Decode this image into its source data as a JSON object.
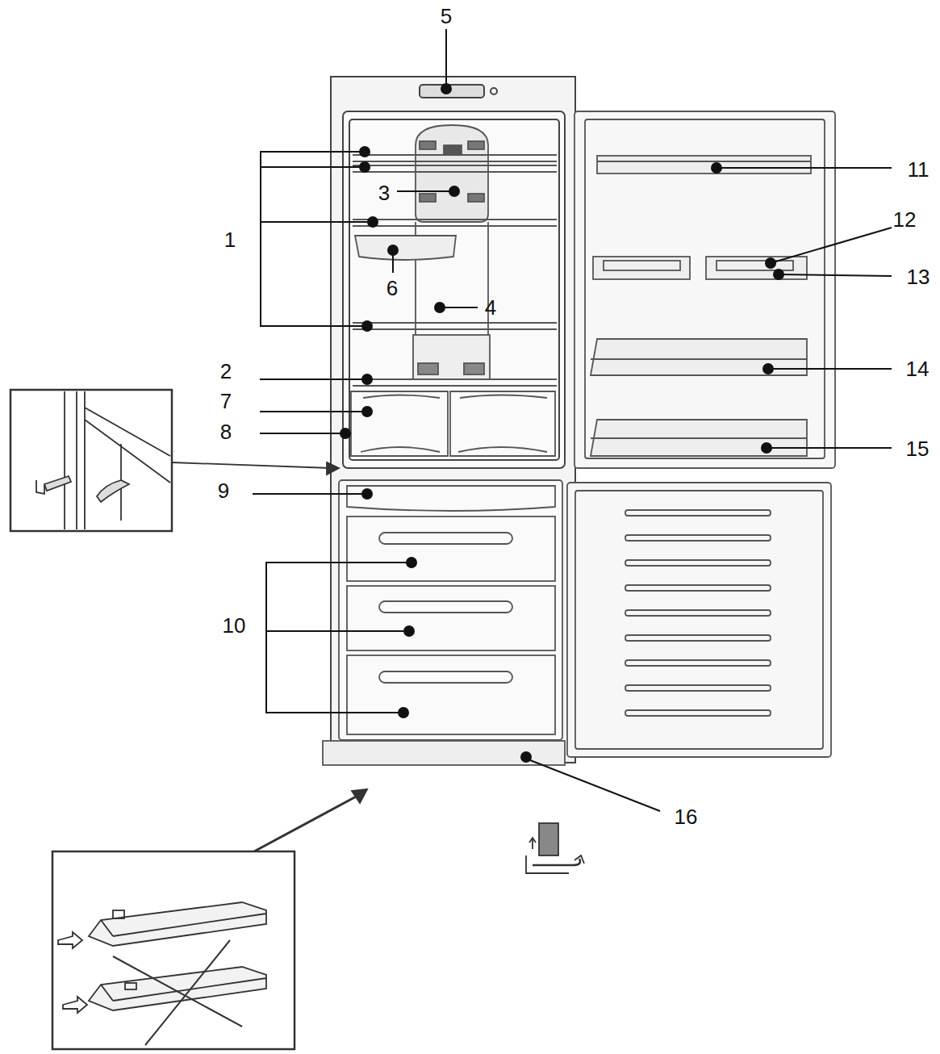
{
  "diagram": {
    "labels": [
      "5",
      "11",
      "3",
      "12",
      "1",
      "13",
      "6",
      "4",
      "14",
      "2",
      "7",
      "15",
      "8",
      "9",
      "10",
      "16"
    ]
  }
}
